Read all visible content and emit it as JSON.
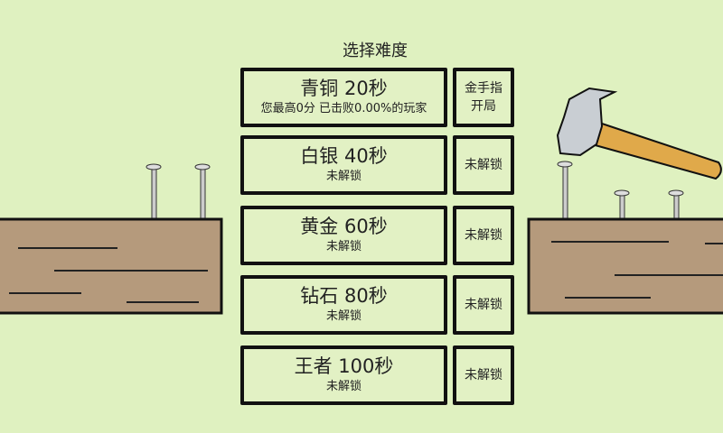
{
  "title": "选择难度",
  "levels": [
    {
      "name": "青铜 20秒",
      "sub": "您最高0分 已击败0.00%的玩家",
      "side": "金手指\n开局"
    },
    {
      "name": "白银 40秒",
      "sub": "未解锁",
      "side": "未解锁"
    },
    {
      "name": "黄金 60秒",
      "sub": "未解锁",
      "side": "未解锁"
    },
    {
      "name": "钻石 80秒",
      "sub": "未解锁",
      "side": "未解锁"
    },
    {
      "name": "王者 100秒",
      "sub": "未解锁",
      "side": "未解锁"
    }
  ],
  "colors": {
    "background": "#dff1c0",
    "wood": "#b59a7c",
    "handle": "#e0a94a"
  }
}
